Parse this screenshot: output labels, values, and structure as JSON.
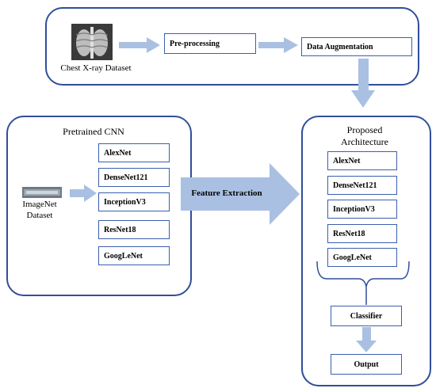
{
  "top": {
    "dataset_label": "Chest X-ray Dataset",
    "preprocessing": "Pre-processing",
    "augmentation": "Data Augmentation"
  },
  "left_panel": {
    "title": "Pretrained CNN",
    "imagenet_label_line1": "ImageNet",
    "imagenet_label_line2": "Dataset",
    "models": [
      "AlexNet",
      "DenseNet121",
      "InceptionV3",
      "ResNet18",
      "GoogLeNet"
    ]
  },
  "middle": {
    "feature_extraction": "Feature Extraction"
  },
  "right_panel": {
    "title_line1": "Proposed",
    "title_line2": "Architecture",
    "models": [
      "AlexNet",
      "DenseNet121",
      "InceptionV3",
      "ResNet18",
      "GoogLeNet"
    ],
    "classifier": "Classifier",
    "output": "Output"
  },
  "colors": {
    "border": "#2f4f9a",
    "arrow": "#a9c0e2"
  }
}
